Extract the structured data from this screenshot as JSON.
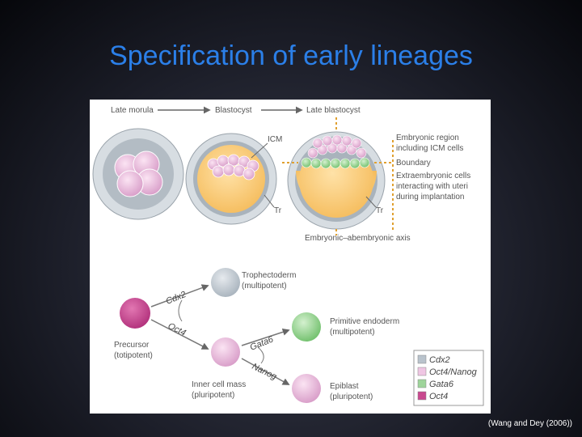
{
  "slide": {
    "title": "Specification of early lineages",
    "citation": "(Wang and Dey (2006))"
  },
  "top_panel": {
    "stages": [
      "Late morula",
      "Blastocyst",
      "Late blastocyst"
    ],
    "icm_label": "ICM",
    "tr_label": "Tr",
    "annotations": [
      "Embryonic region",
      "including ICM cells",
      "Boundary",
      "Extraembryonic cells",
      "interacting with uteri",
      "during implantation"
    ],
    "axis_label": "Embryonic–abembryonic axis"
  },
  "lineage": {
    "precursor": [
      "Precursor",
      "(totipotent)"
    ],
    "trophectoderm": [
      "Trophectoderm",
      "(multipotent)"
    ],
    "inner_cell_mass": [
      "Inner cell mass",
      "(pluripotent)"
    ],
    "primitive_endoderm": [
      "Primitive endoderm",
      "(multipotent)"
    ],
    "epiblast": [
      "Epiblast",
      "(pluripotent)"
    ],
    "genes": {
      "cdx2": "Cdx2",
      "oct4": "Oct4",
      "gata6": "Gata6",
      "nanog": "Nanog"
    }
  },
  "legend": [
    {
      "label": "Cdx2",
      "color": "#b9c3cc"
    },
    {
      "label": "Oct4/Nanog",
      "color": "#efc6e3"
    },
    {
      "label": "Gata6",
      "color": "#9ed49a"
    },
    {
      "label": "Oct4",
      "color": "#c9498f"
    }
  ]
}
